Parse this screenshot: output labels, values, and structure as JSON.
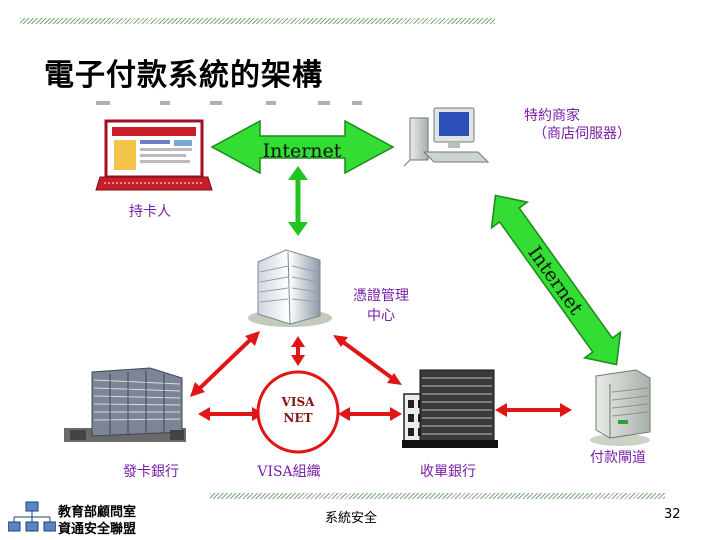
{
  "title": "電子付款系統的架構",
  "nodes": {
    "cardholder": "持卡人",
    "merchant_line1": "特約商家",
    "merchant_line2": "（商店伺服器）",
    "ca_line1": "憑證管理",
    "ca_line2": "中心",
    "visanet_line1": "VISA",
    "visanet_line2": "NET",
    "visa_org": "VISA組織",
    "issuing_bank": "發卡銀行",
    "acquiring_bank": "收單銀行",
    "gateway": "付款閘道"
  },
  "links": {
    "internet_top": "Internet",
    "internet_diag": "Internet"
  },
  "footer": {
    "center": "系統安全",
    "page": "32",
    "org_line1": "教育部顧問室",
    "org_line2": "資通安全聯盟"
  },
  "colors": {
    "internet_arrow": "#33dd33",
    "payment_arrow": "#e01515",
    "label": "#7a1fa8"
  }
}
